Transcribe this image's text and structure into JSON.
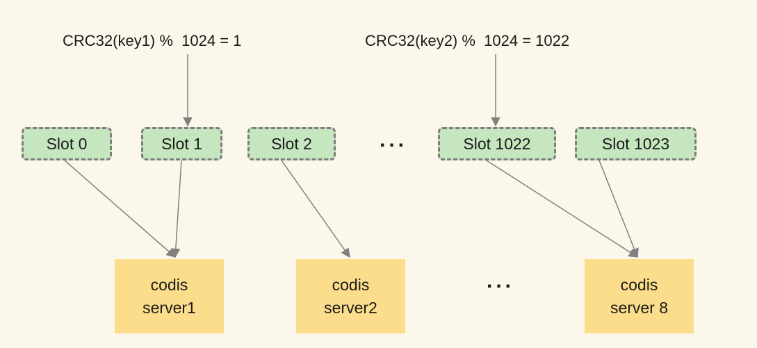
{
  "formulas": {
    "key1": "CRC32(key1) %  1024 = 1",
    "key2": "CRC32(key2) %  1024 = 1022"
  },
  "slots": {
    "s0": "Slot 0",
    "s1": "Slot 1",
    "s2": "Slot 2",
    "s1022": "Slot 1022",
    "s1023": "Slot 1023"
  },
  "slots_ellipsis": "...",
  "servers": {
    "server1": {
      "line1": "codis",
      "line2": "server1"
    },
    "server2": {
      "line1": "codis",
      "line2": "server2"
    },
    "server8": {
      "line1": "codis",
      "line2": "server 8"
    }
  },
  "servers_ellipsis": "...",
  "colors": {
    "background": "#fbf7ea",
    "slot_fill": "#c6e6bf",
    "slot_border": "#7d7d7d",
    "server_fill": "#fbdd8b",
    "arrow": "#808080"
  }
}
